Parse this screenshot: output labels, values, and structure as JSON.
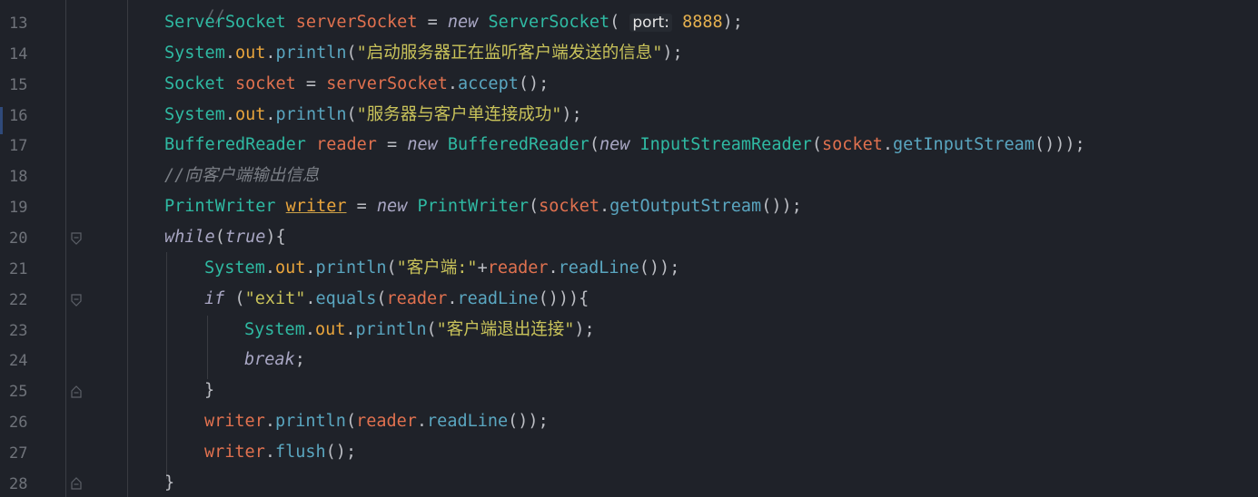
{
  "editor": {
    "language": "java",
    "line_numbers": [
      "13",
      "14",
      "15",
      "16",
      "17",
      "18",
      "19",
      "20",
      "21",
      "22",
      "23",
      "24",
      "25",
      "26",
      "27",
      "28"
    ],
    "lines": [
      {
        "tokens": [
          {
            "c": "type",
            "t": "ServerSocket"
          },
          {
            "c": "plain",
            "t": " "
          },
          {
            "c": "var",
            "t": "serverSocket"
          },
          {
            "c": "plain",
            "t": " = "
          },
          {
            "c": "kw",
            "t": "new"
          },
          {
            "c": "plain",
            "t": " "
          },
          {
            "c": "type",
            "t": "ServerSocket"
          },
          {
            "c": "plain",
            "t": "( "
          },
          {
            "c": "hint",
            "t": "port:"
          },
          {
            "c": "plain",
            "t": " "
          },
          {
            "c": "num",
            "t": "8888"
          },
          {
            "c": "plain",
            "t": ");"
          }
        ]
      },
      {
        "tokens": [
          {
            "c": "type",
            "t": "System"
          },
          {
            "c": "plain",
            "t": "."
          },
          {
            "c": "field",
            "t": "out"
          },
          {
            "c": "plain",
            "t": "."
          },
          {
            "c": "fn",
            "t": "println"
          },
          {
            "c": "plain",
            "t": "("
          },
          {
            "c": "str",
            "t": "\"启动服务器正在监听客户端发送的信息\""
          },
          {
            "c": "plain",
            "t": ");"
          }
        ]
      },
      {
        "tokens": [
          {
            "c": "type",
            "t": "Socket"
          },
          {
            "c": "plain",
            "t": " "
          },
          {
            "c": "var",
            "t": "socket"
          },
          {
            "c": "plain",
            "t": " = "
          },
          {
            "c": "var",
            "t": "serverSocket"
          },
          {
            "c": "plain",
            "t": "."
          },
          {
            "c": "fn",
            "t": "accept"
          },
          {
            "c": "plain",
            "t": "();"
          }
        ]
      },
      {
        "tokens": [
          {
            "c": "type",
            "t": "System"
          },
          {
            "c": "plain",
            "t": "."
          },
          {
            "c": "field",
            "t": "out"
          },
          {
            "c": "plain",
            "t": "."
          },
          {
            "c": "fn",
            "t": "println"
          },
          {
            "c": "plain",
            "t": "("
          },
          {
            "c": "str",
            "t": "\"服务器与客户单连接成功\""
          },
          {
            "c": "plain",
            "t": ");"
          }
        ]
      },
      {
        "tokens": [
          {
            "c": "type",
            "t": "BufferedReader"
          },
          {
            "c": "plain",
            "t": " "
          },
          {
            "c": "var",
            "t": "reader"
          },
          {
            "c": "plain",
            "t": " = "
          },
          {
            "c": "kw",
            "t": "new"
          },
          {
            "c": "plain",
            "t": " "
          },
          {
            "c": "type",
            "t": "BufferedReader"
          },
          {
            "c": "plain",
            "t": "("
          },
          {
            "c": "kw",
            "t": "new"
          },
          {
            "c": "plain",
            "t": " "
          },
          {
            "c": "type",
            "t": "InputStreamReader"
          },
          {
            "c": "plain",
            "t": "("
          },
          {
            "c": "var",
            "t": "socket"
          },
          {
            "c": "plain",
            "t": "."
          },
          {
            "c": "fn",
            "t": "getInputStream"
          },
          {
            "c": "plain",
            "t": "()));"
          }
        ]
      },
      {
        "tokens": [
          {
            "c": "cmt",
            "t": "//向客户端输出信息"
          }
        ]
      },
      {
        "tokens": [
          {
            "c": "type",
            "t": "PrintWriter"
          },
          {
            "c": "plain",
            "t": " "
          },
          {
            "c": "under",
            "t": "writer"
          },
          {
            "c": "plain",
            "t": " = "
          },
          {
            "c": "kw",
            "t": "new"
          },
          {
            "c": "plain",
            "t": " "
          },
          {
            "c": "type",
            "t": "PrintWriter"
          },
          {
            "c": "plain",
            "t": "("
          },
          {
            "c": "var",
            "t": "socket"
          },
          {
            "c": "plain",
            "t": "."
          },
          {
            "c": "fn",
            "t": "getOutputStream"
          },
          {
            "c": "plain",
            "t": "());"
          }
        ]
      },
      {
        "tokens": [
          {
            "c": "kw",
            "t": "while"
          },
          {
            "c": "plain",
            "t": "("
          },
          {
            "c": "kw",
            "t": "true"
          },
          {
            "c": "plain",
            "t": "){"
          }
        ]
      },
      {
        "tokens": [
          {
            "c": "type",
            "t": "System"
          },
          {
            "c": "plain",
            "t": "."
          },
          {
            "c": "field",
            "t": "out"
          },
          {
            "c": "plain",
            "t": "."
          },
          {
            "c": "fn",
            "t": "println"
          },
          {
            "c": "plain",
            "t": "("
          },
          {
            "c": "str",
            "t": "\"客户端:\""
          },
          {
            "c": "plain",
            "t": "+"
          },
          {
            "c": "var",
            "t": "reader"
          },
          {
            "c": "plain",
            "t": "."
          },
          {
            "c": "fn",
            "t": "readLine"
          },
          {
            "c": "plain",
            "t": "());"
          }
        ]
      },
      {
        "tokens": [
          {
            "c": "kw",
            "t": "if"
          },
          {
            "c": "plain",
            "t": " ("
          },
          {
            "c": "str",
            "t": "\"exit\""
          },
          {
            "c": "plain",
            "t": "."
          },
          {
            "c": "fn",
            "t": "equals"
          },
          {
            "c": "plain",
            "t": "("
          },
          {
            "c": "var",
            "t": "reader"
          },
          {
            "c": "plain",
            "t": "."
          },
          {
            "c": "fn",
            "t": "readLine"
          },
          {
            "c": "plain",
            "t": "())){"
          }
        ]
      },
      {
        "tokens": [
          {
            "c": "type",
            "t": "System"
          },
          {
            "c": "plain",
            "t": "."
          },
          {
            "c": "field",
            "t": "out"
          },
          {
            "c": "plain",
            "t": "."
          },
          {
            "c": "fn",
            "t": "println"
          },
          {
            "c": "plain",
            "t": "("
          },
          {
            "c": "str",
            "t": "\"客户端退出连接\""
          },
          {
            "c": "plain",
            "t": ");"
          }
        ]
      },
      {
        "tokens": [
          {
            "c": "kw",
            "t": "break"
          },
          {
            "c": "plain",
            "t": ";"
          }
        ]
      },
      {
        "tokens": [
          {
            "c": "plain",
            "t": "}"
          }
        ]
      },
      {
        "tokens": [
          {
            "c": "var",
            "t": "writer"
          },
          {
            "c": "plain",
            "t": "."
          },
          {
            "c": "fn",
            "t": "println"
          },
          {
            "c": "plain",
            "t": "("
          },
          {
            "c": "var",
            "t": "reader"
          },
          {
            "c": "plain",
            "t": "."
          },
          {
            "c": "fn",
            "t": "readLine"
          },
          {
            "c": "plain",
            "t": "());"
          }
        ]
      },
      {
        "tokens": [
          {
            "c": "var",
            "t": "writer"
          },
          {
            "c": "plain",
            "t": "."
          },
          {
            "c": "fn",
            "t": "flush"
          },
          {
            "c": "plain",
            "t": "();"
          }
        ]
      },
      {
        "tokens": [
          {
            "c": "plain",
            "t": "}"
          }
        ]
      }
    ]
  },
  "colors": {
    "background": "#1f2229",
    "type": "#2fbaa3",
    "variable": "#e0714f",
    "keyword": "#a9a7c4",
    "field": "#e9a53c",
    "method": "#5aa6c0",
    "string": "#c9c35a",
    "number": "#e4b04f",
    "comment": "#7b7f86",
    "line_number": "#6f737a"
  }
}
